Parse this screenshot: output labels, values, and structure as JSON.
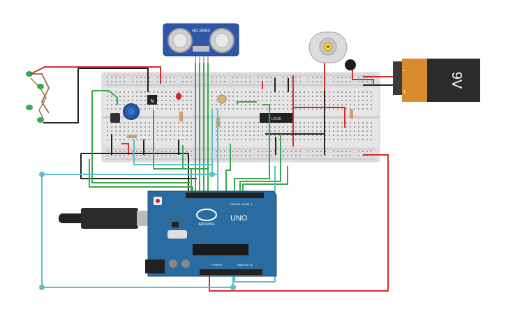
{
  "canvas": {
    "background": "#ffffff"
  },
  "components": {
    "ultrasonic": {
      "label": "HC-SR04",
      "board_color": "#2f57a8"
    },
    "battery": {
      "label": "9V",
      "minus": "−",
      "plus": "+",
      "body_color": "#d98c2c",
      "cap_color": "#2b2b2b"
    },
    "motor_driver": {
      "label": "L293D"
    },
    "arduino": {
      "model": "UNO",
      "brand": "ARDUINO",
      "digital_header": "DIGITAL (PWM~)",
      "power_header": "POWER",
      "analog_header": "ANALOG IN",
      "board_color": "#2a6ba0"
    },
    "transistor": {
      "label": "N"
    }
  },
  "wire_colors": {
    "red": "#d32f2f",
    "black": "#222222",
    "green": "#3aa84a",
    "cyan": "#5bbfcc"
  }
}
